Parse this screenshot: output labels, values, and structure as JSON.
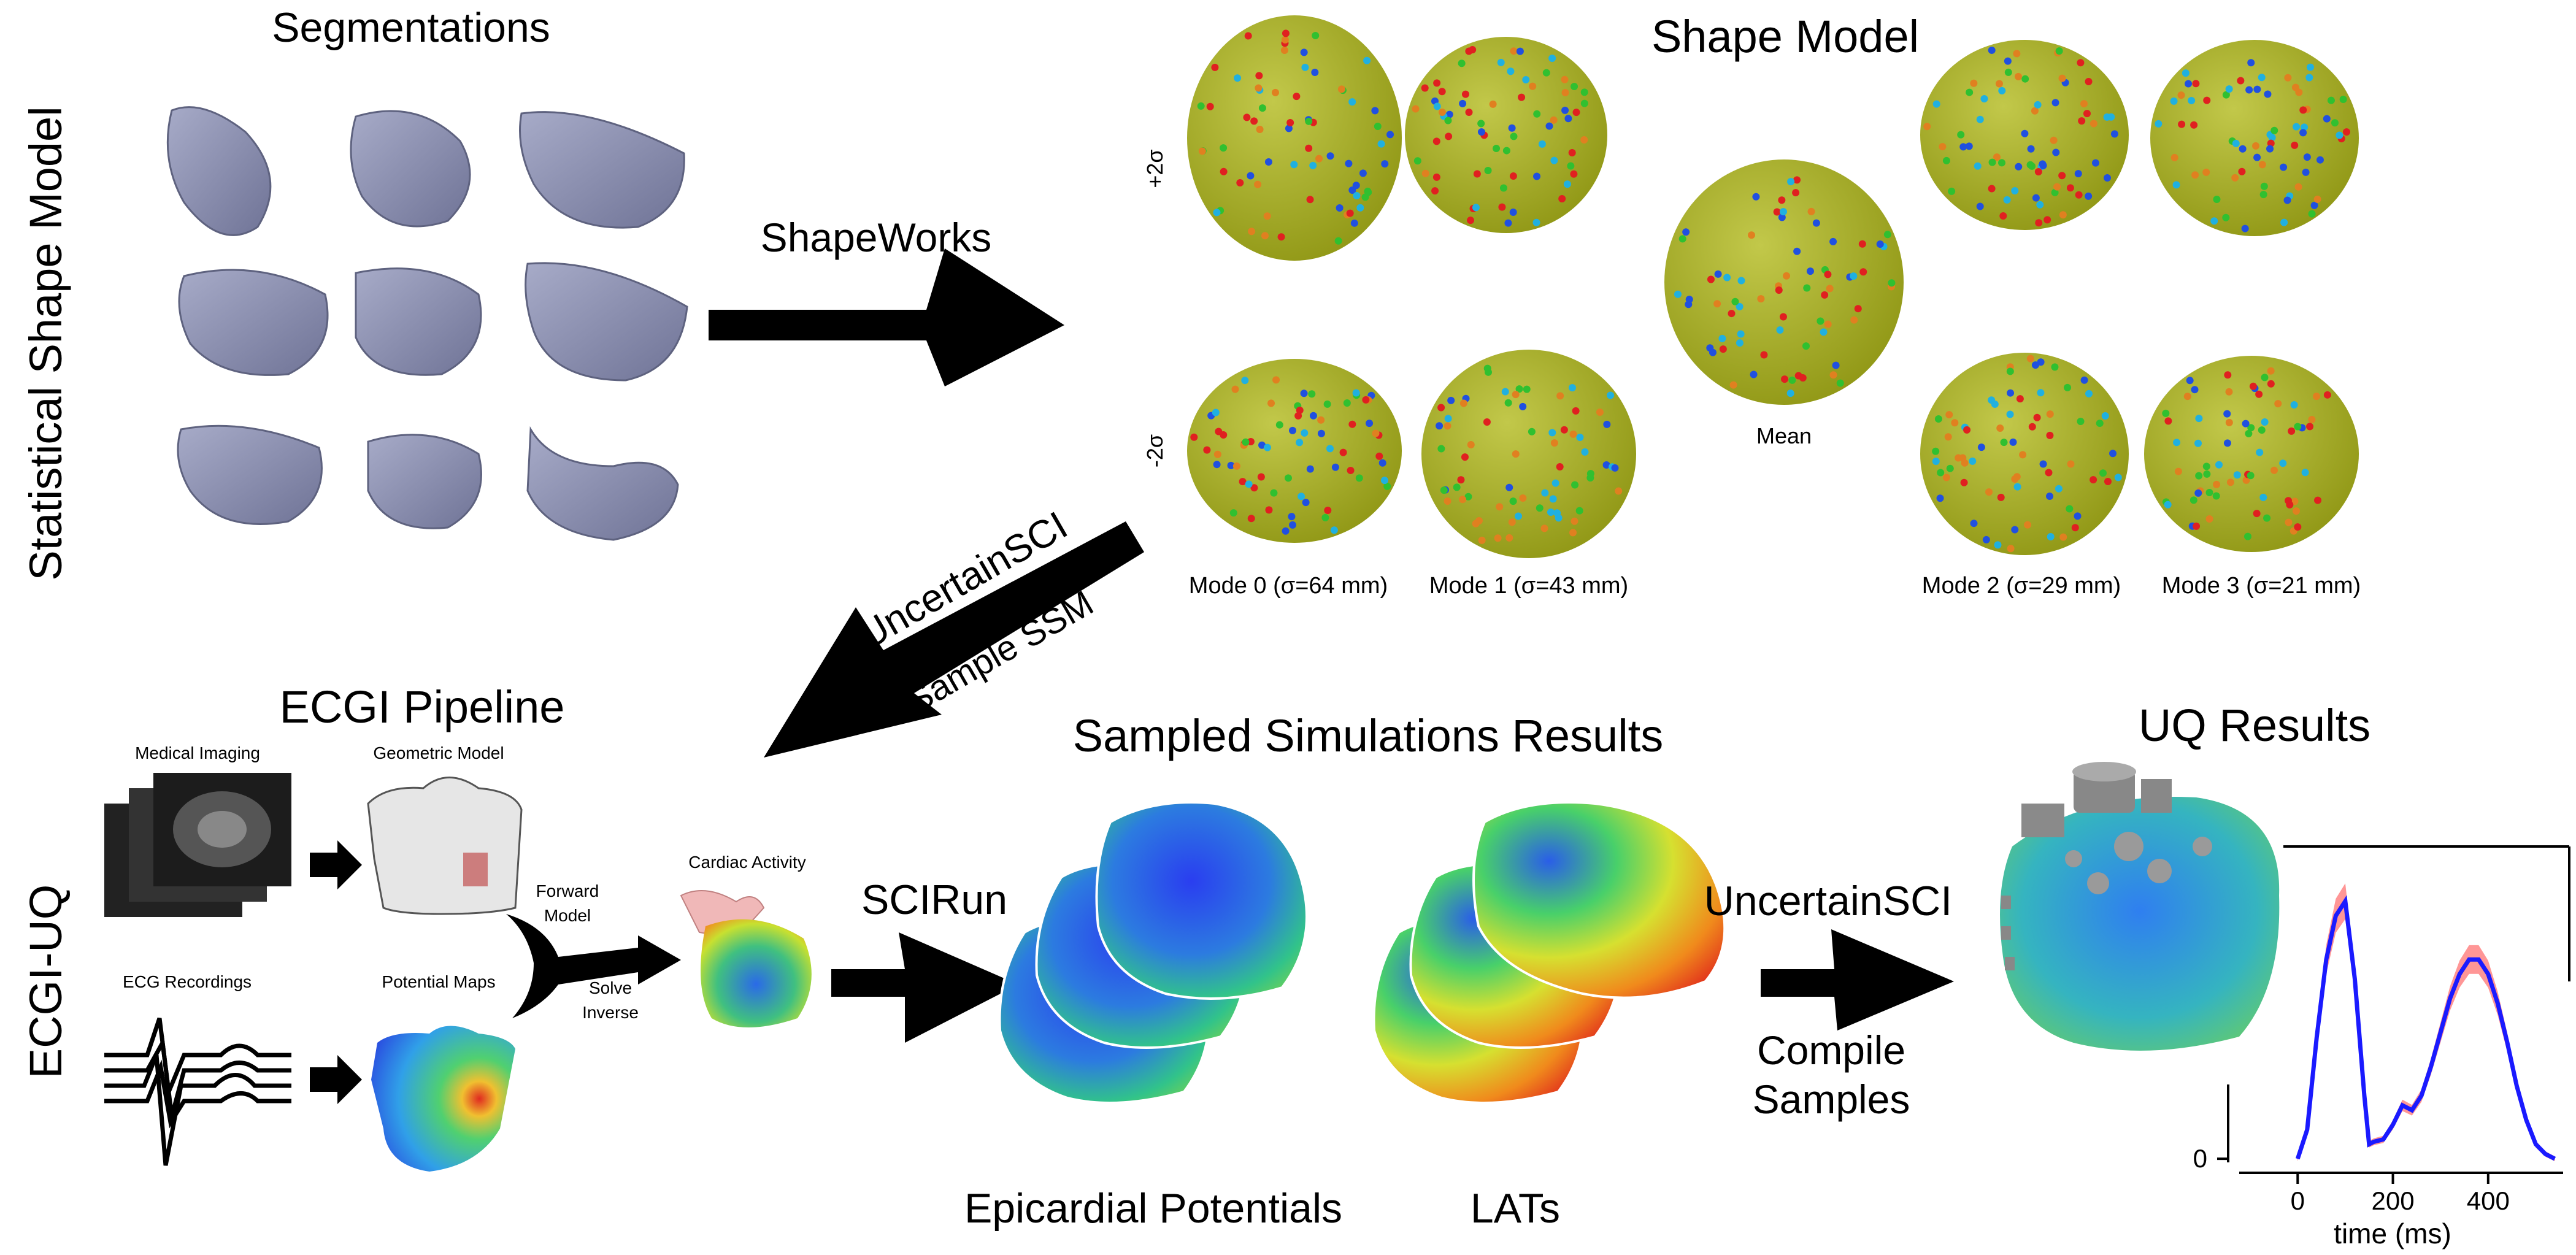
{
  "side_labels": {
    "top": "Statistical Shape Model",
    "bottom": "ECGI-UQ"
  },
  "segmentations": {
    "title": "Segmentations"
  },
  "shape_model": {
    "title": "Shape Model",
    "plus_label": "+2σ",
    "minus_label": "-2σ",
    "mean_label": "Mean",
    "modes": [
      "Mode 0 (σ=64 mm)",
      "Mode 1 (σ=43 mm)",
      "Mode 2 (σ=29 mm)",
      "Mode 3 (σ=21 mm)"
    ]
  },
  "arrows": {
    "shapeworks": "ShapeWorks",
    "uncertainsci_1": "UncertainSCI",
    "sample_ssm": "Sample SSM",
    "forward_model": [
      "Forward",
      "Model"
    ],
    "solve_inverse": [
      "Solve",
      "Inverse"
    ],
    "scirun": "SCIRun",
    "uncertainsci_2": "UncertainSCI",
    "compile_samples": [
      "Compile",
      "Samples"
    ]
  },
  "ecgi": {
    "title": "ECGI Pipeline",
    "medical_imaging": "Medical Imaging",
    "geometric_model": "Geometric Model",
    "ecg_recordings": "ECG Recordings",
    "potential_maps": "Potential Maps",
    "cardiac_activity": "Cardiac Activity"
  },
  "sampled": {
    "title": "Sampled Simulations Results",
    "epicardial": "Epicardial Potentials",
    "lats": "LATs"
  },
  "uq": {
    "title": "UQ Results"
  },
  "colors": {
    "mesh": "#8a8fb0",
    "shape_fill": "#a9b22a",
    "arrow": "#000000",
    "mean_line": "#1a1aff",
    "band": "#ff4040"
  },
  "chart_data": {
    "type": "line",
    "xlabel": "time (ms)",
    "ylabel": "",
    "x_ticks": [
      0,
      200,
      400
    ],
    "y_ticks": [
      0
    ],
    "xlim": [
      -30,
      560
    ],
    "ylim": [
      -0.2,
      6.3
    ],
    "series": [
      {
        "x": [
          0,
          20,
          40,
          60,
          80,
          100,
          120,
          140,
          150,
          160,
          180,
          200,
          220,
          240,
          260,
          280,
          300,
          320,
          340,
          360,
          380,
          400,
          420,
          440,
          460,
          480,
          500,
          520,
          540
        ],
        "values": [
          0,
          0.6,
          2.5,
          4.1,
          5.0,
          5.3,
          3.7,
          1.3,
          0.3,
          0.35,
          0.4,
          0.7,
          1.1,
          1.0,
          1.3,
          1.9,
          2.6,
          3.3,
          3.8,
          4.1,
          4.1,
          3.8,
          3.2,
          2.4,
          1.5,
          0.8,
          0.3,
          0.1,
          0
        ]
      }
    ]
  }
}
